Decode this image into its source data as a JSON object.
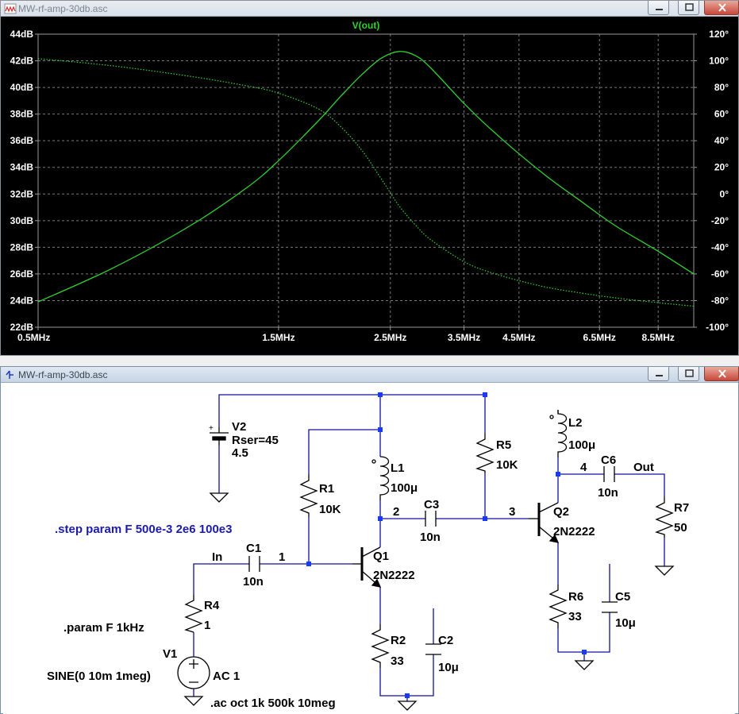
{
  "plot_window": {
    "title": "MW-rf-amp-30db.asc",
    "trace_label": "V(out)"
  },
  "schematic_window": {
    "title": "MW-rf-amp-30db.asc"
  },
  "colors": {
    "trace": "#32d232",
    "grid": "#7a7a7a",
    "plot_bg": "#000000",
    "wire": "#1010a0",
    "junction": "#1a3cf0",
    "directive": "#1a1ab0",
    "component_text": "#000000"
  },
  "chart_data": {
    "type": "line",
    "title": "V(out)",
    "x_scale": "log",
    "xlim": [
      0.5,
      10
    ],
    "x_ticks": [
      0.5,
      1.5,
      2.5,
      3.5,
      4.5,
      6.5,
      8.5
    ],
    "x_tick_labels": [
      "0.5MHz",
      "1.5MHz",
      "2.5MHz",
      "3.5MHz",
      "4.5MHz",
      "6.5MHz",
      "8.5MHz"
    ],
    "y_left_lim": [
      22,
      44
    ],
    "y_left_ticks": [
      22,
      24,
      26,
      28,
      30,
      32,
      34,
      36,
      38,
      40,
      42,
      44
    ],
    "y_left_tick_labels": [
      "22dB",
      "24dB",
      "26dB",
      "28dB",
      "30dB",
      "32dB",
      "34dB",
      "36dB",
      "38dB",
      "40dB",
      "42dB",
      "44dB"
    ],
    "y_right_lim": [
      -100,
      120
    ],
    "y_right_ticks": [
      -100,
      -80,
      -60,
      -40,
      -20,
      0,
      20,
      40,
      60,
      80,
      100,
      120
    ],
    "y_right_tick_labels": [
      "-100°",
      "-80°",
      "-60°",
      "-40°",
      "-20°",
      "0°",
      "20°",
      "40°",
      "60°",
      "80°",
      "100°",
      "120°"
    ],
    "grid": true,
    "series": [
      {
        "style": "solid",
        "axis": "left",
        "x": [
          0.5,
          0.7,
          1.0,
          1.3,
          1.5,
          1.8,
          2.0,
          2.2,
          2.4,
          2.6,
          2.8,
          3.0,
          3.5,
          4.0,
          5.0,
          6.0,
          7.0,
          8.5,
          10.0
        ],
        "y": [
          23.9,
          26.4,
          29.6,
          32.5,
          34.5,
          37.5,
          39.4,
          41.0,
          42.2,
          42.7,
          42.4,
          41.5,
          38.8,
          36.7,
          33.6,
          31.4,
          29.6,
          27.7,
          26.0
        ]
      },
      {
        "style": "dotted",
        "axis": "right",
        "x": [
          0.5,
          0.7,
          1.0,
          1.3,
          1.5,
          1.8,
          2.0,
          2.2,
          2.4,
          2.6,
          2.8,
          3.0,
          3.5,
          4.0,
          5.0,
          6.0,
          7.0,
          8.5,
          10.0
        ],
        "y": [
          101.6,
          96.3,
          88.4,
          81.1,
          75.7,
          63.8,
          50.0,
          32.3,
          11.2,
          -8.7,
          -23.0,
          -34.0,
          -50.8,
          -59.5,
          -69.3,
          -74.4,
          -78.0,
          -81.6,
          -84.2
        ]
      }
    ]
  },
  "schematic": {
    "source_v2": {
      "name": "V2",
      "value": "Rser=45",
      "value2": "4.5",
      "plus": "+"
    },
    "source_v1": {
      "name": "V1",
      "value": "SINE(0 10m 1meg)",
      "ac": "AC 1"
    },
    "components": [
      {
        "ref": "R1",
        "value": "10K"
      },
      {
        "ref": "L1",
        "value": "100μ"
      },
      {
        "ref": "C3",
        "value": "10n"
      },
      {
        "ref": "R5",
        "value": "10K"
      },
      {
        "ref": "L2",
        "value": "100μ"
      },
      {
        "ref": "C6",
        "value": "10n"
      },
      {
        "ref": "Q2",
        "value": "2N2222"
      },
      {
        "ref": "R7",
        "value": "50"
      },
      {
        "ref": "C1",
        "value": "10n"
      },
      {
        "ref": "Q1",
        "value": "2N2222"
      },
      {
        "ref": "R4",
        "value": "1"
      },
      {
        "ref": "R6",
        "value": "33"
      },
      {
        "ref": "C5",
        "value": "10μ"
      },
      {
        "ref": "R2",
        "value": "33"
      },
      {
        "ref": "C2",
        "value": "10μ"
      }
    ],
    "nodes": {
      "in": "In",
      "n1": "1",
      "n2": "2",
      "n3": "3",
      "n4": "4",
      "out": "Out"
    },
    "directives": {
      "step": ".step param F 500e-3 2e6 100e3",
      "param": ".param F 1kHz",
      "ac": ".ac oct 1k 500k 10meg"
    }
  }
}
